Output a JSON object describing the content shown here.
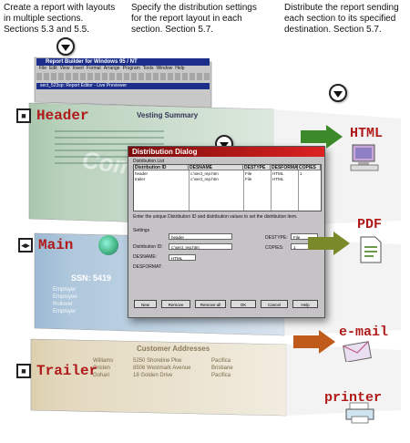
{
  "captions": {
    "left": "Create a report with layouts in multiple sections. Sections 5.3 and 5.5.",
    "middle": "Specify the distribution settings for the report layout in each section. Section 5.7.",
    "right": "Distribute the report sending each section to its specified destination.  Section 5.7."
  },
  "app_window": {
    "title": "Report Builder for Windows 95 / NT",
    "menu": [
      "File",
      "Edit",
      "View",
      "Insert",
      "Format",
      "Arrange",
      "Program",
      "Tools",
      "Window",
      "Help"
    ],
    "editor_title": "sect_523sp: Report Editor - Live Previewer"
  },
  "sections": {
    "header": {
      "label": "Header",
      "report_title": "Vesting Summary",
      "watermark": "Comp"
    },
    "main": {
      "label": "Main",
      "ssn": "SSN: 5419",
      "rows": [
        "Employer",
        "Employee",
        "Rollover",
        "Employer"
      ]
    },
    "trailer": {
      "label": "Trailer",
      "title": "Customer Addresses",
      "rows": [
        [
          "Williams",
          "5250 Shoreline Pkw",
          "Pacifica"
        ],
        [
          "Cristen",
          "8506 Westmark Avenue",
          "Brisbane"
        ],
        [
          "Gohari",
          "18 Golden Drive",
          "Pacifica"
        ]
      ]
    }
  },
  "dialog": {
    "title": "Distribution Dialog",
    "list_label": "Distribution List",
    "columns": [
      "Distribution ID",
      "DESNAME",
      "DESTYPE",
      "DESFORMAT",
      "COPIES"
    ],
    "rows": [
      [
        "header",
        "c:\\sect_rep.htm",
        "File",
        "HTML",
        "1"
      ],
      [
        "trailer",
        "c:\\sect_rep.htm",
        "File",
        "HTML",
        ""
      ]
    ],
    "prompt": "Enter the unique Distribution ID and distribution values to set the distribution item.",
    "settings_label": "Settings",
    "fields": {
      "id_label": "Distribution ID:",
      "id_value": "header",
      "desname_label": "DESNAME:",
      "desname_value": "c:\\sect_rep.htm",
      "desformat_label": "DESFORMAT:",
      "desformat_value": "HTML",
      "destype_label": "DESTYPE:",
      "destype_value": "File",
      "copies_label": "COPIES:",
      "copies_value": "1"
    },
    "buttons": [
      "New",
      "Remove",
      "Remove all",
      "OK",
      "Cancel",
      "Help"
    ]
  },
  "outputs": {
    "html": "HTML",
    "pdf": "PDF",
    "email": "e-mail",
    "printer": "printer"
  },
  "colors": {
    "label_red": "#b01a1a",
    "header_slab": "#9fbfa6",
    "main_slab": "#8fb2cc",
    "trailer_slab": "#d9c7a0",
    "arrow_green": "#3a8a2a",
    "arrow_olive": "#7a8a2a",
    "arrow_orange": "#c05a1a",
    "dialog_title": "#c01818"
  }
}
